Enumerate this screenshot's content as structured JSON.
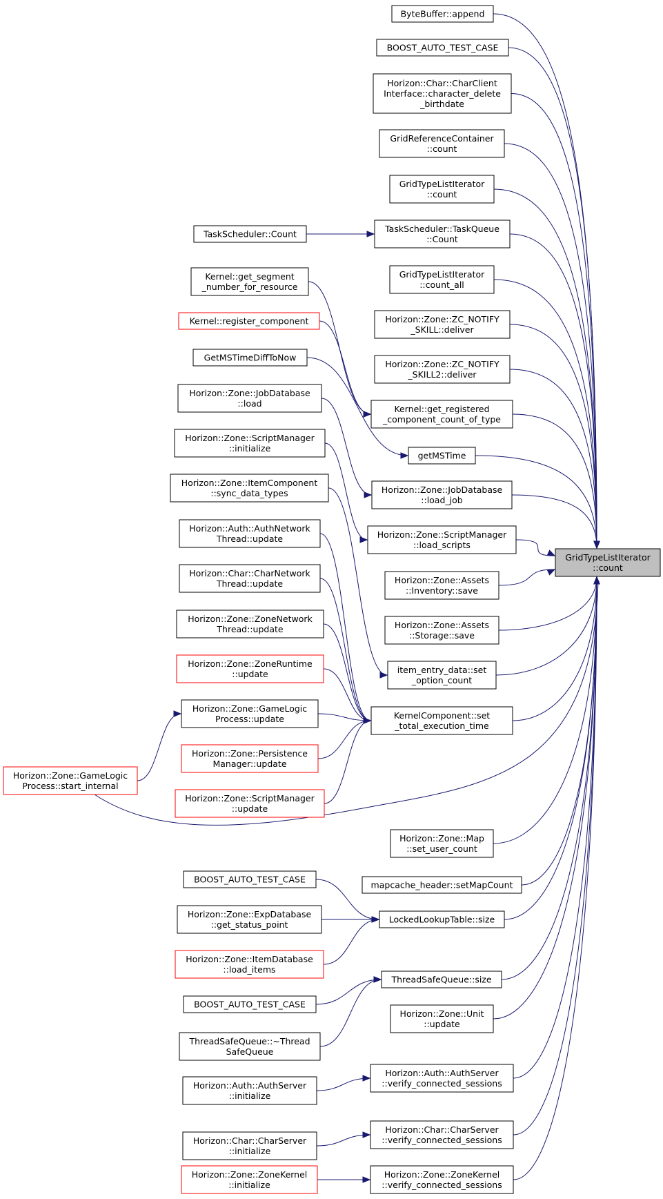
{
  "colors": {
    "edge": "#191970",
    "red_border": "#ff0000",
    "target_fill": "#bfbfbf"
  },
  "target": {
    "id": "target",
    "lines": [
      "GridTypeListIterator",
      "::count"
    ]
  },
  "nodes": [
    {
      "id": "n01",
      "lines": [
        "ByteBuffer::append"
      ],
      "border": "black"
    },
    {
      "id": "n02",
      "lines": [
        "BOOST_AUTO_TEST_CASE"
      ],
      "border": "black"
    },
    {
      "id": "n03",
      "lines": [
        "Horizon::Char::CharClient",
        "Interface::character_delete",
        "_birthdate"
      ],
      "border": "black"
    },
    {
      "id": "n04",
      "lines": [
        "GridReferenceContainer",
        "::count"
      ],
      "border": "black"
    },
    {
      "id": "n05",
      "lines": [
        "GridTypeListIterator",
        "::count"
      ],
      "border": "black"
    },
    {
      "id": "n06",
      "lines": [
        "TaskScheduler::TaskQueue",
        "::Count"
      ],
      "border": "black"
    },
    {
      "id": "n07",
      "lines": [
        "TaskScheduler::Count"
      ],
      "border": "black"
    },
    {
      "id": "n08",
      "lines": [
        "GridTypeListIterator",
        "::count_all"
      ],
      "border": "black"
    },
    {
      "id": "n09",
      "lines": [
        "Horizon::Zone::ZC_NOTIFY",
        "_SKILL::deliver"
      ],
      "border": "black"
    },
    {
      "id": "n10",
      "lines": [
        "Horizon::Zone::ZC_NOTIFY",
        "_SKILL2::deliver"
      ],
      "border": "black"
    },
    {
      "id": "n11",
      "lines": [
        "Kernel::get_registered",
        "_component_count_of_type"
      ],
      "border": "black"
    },
    {
      "id": "n12",
      "lines": [
        "Kernel::get_segment",
        "_number_for_resource"
      ],
      "border": "black"
    },
    {
      "id": "n13",
      "lines": [
        "Kernel::register_component"
      ],
      "border": "red"
    },
    {
      "id": "n14",
      "lines": [
        "getMSTime"
      ],
      "border": "black"
    },
    {
      "id": "n15",
      "lines": [
        "GetMSTimeDiffToNow"
      ],
      "border": "black"
    },
    {
      "id": "n16",
      "lines": [
        "Horizon::Zone::JobDatabase",
        "::load_job"
      ],
      "border": "black"
    },
    {
      "id": "n17",
      "lines": [
        "Horizon::Zone::JobDatabase",
        "::load"
      ],
      "border": "black"
    },
    {
      "id": "n18",
      "lines": [
        "Horizon::Zone::ScriptManager",
        "::load_scripts"
      ],
      "border": "black"
    },
    {
      "id": "n19",
      "lines": [
        "Horizon::Zone::ScriptManager",
        "::initialize"
      ],
      "border": "black"
    },
    {
      "id": "n20",
      "lines": [
        "Horizon::Zone::Assets",
        "::Inventory::save"
      ],
      "border": "black"
    },
    {
      "id": "n21",
      "lines": [
        "Horizon::Zone::Assets",
        "::Storage::save"
      ],
      "border": "black"
    },
    {
      "id": "n22",
      "lines": [
        "item_entry_data::set",
        "_option_count"
      ],
      "border": "black"
    },
    {
      "id": "n23",
      "lines": [
        "Horizon::Zone::ItemComponent",
        "::sync_data_types"
      ],
      "border": "black"
    },
    {
      "id": "n24",
      "lines": [
        "KernelComponent::set",
        "_total_execution_time"
      ],
      "border": "black"
    },
    {
      "id": "n25",
      "lines": [
        "Horizon::Auth::AuthNetwork",
        "Thread::update"
      ],
      "border": "black"
    },
    {
      "id": "n26",
      "lines": [
        "Horizon::Char::CharNetwork",
        "Thread::update"
      ],
      "border": "black"
    },
    {
      "id": "n27",
      "lines": [
        "Horizon::Zone::ZoneNetwork",
        "Thread::update"
      ],
      "border": "black"
    },
    {
      "id": "n28",
      "lines": [
        "Horizon::Zone::ZoneRuntime",
        "::update"
      ],
      "border": "red"
    },
    {
      "id": "n29",
      "lines": [
        "Horizon::Zone::GameLogic",
        "Process::update"
      ],
      "border": "black"
    },
    {
      "id": "n30",
      "lines": [
        "Horizon::Zone::Persistence",
        "Manager::update"
      ],
      "border": "red"
    },
    {
      "id": "n31",
      "lines": [
        "Horizon::Zone::ScriptManager",
        "::update"
      ],
      "border": "red"
    },
    {
      "id": "n32",
      "lines": [
        "Horizon::Zone::GameLogic",
        "Process::start_internal"
      ],
      "border": "red"
    },
    {
      "id": "n33",
      "lines": [
        "Horizon::Zone::Map",
        "::set_user_count"
      ],
      "border": "black"
    },
    {
      "id": "n34",
      "lines": [
        "mapcache_header::setMapCount"
      ],
      "border": "black"
    },
    {
      "id": "n35",
      "lines": [
        "LockedLookupTable::size"
      ],
      "border": "black"
    },
    {
      "id": "n36",
      "lines": [
        "BOOST_AUTO_TEST_CASE"
      ],
      "border": "black"
    },
    {
      "id": "n37",
      "lines": [
        "Horizon::Zone::ExpDatabase",
        "::get_status_point"
      ],
      "border": "black"
    },
    {
      "id": "n38",
      "lines": [
        "Horizon::Zone::ItemDatabase",
        "::load_items"
      ],
      "border": "red"
    },
    {
      "id": "n39",
      "lines": [
        "ThreadSafeQueue::size"
      ],
      "border": "black"
    },
    {
      "id": "n40",
      "lines": [
        "BOOST_AUTO_TEST_CASE"
      ],
      "border": "black"
    },
    {
      "id": "n41",
      "lines": [
        "ThreadSafeQueue::~Thread",
        "SafeQueue"
      ],
      "border": "black"
    },
    {
      "id": "n42",
      "lines": [
        "Horizon::Zone::Unit",
        "::update"
      ],
      "border": "black"
    },
    {
      "id": "n43",
      "lines": [
        "Horizon::Auth::AuthServer",
        "::verify_connected_sessions"
      ],
      "border": "black"
    },
    {
      "id": "n44",
      "lines": [
        "Horizon::Auth::AuthServer",
        "::initialize"
      ],
      "border": "black"
    },
    {
      "id": "n45",
      "lines": [
        "Horizon::Char::CharServer",
        "::verify_connected_sessions"
      ],
      "border": "black"
    },
    {
      "id": "n46",
      "lines": [
        "Horizon::Char::CharServer",
        "::initialize"
      ],
      "border": "black"
    },
    {
      "id": "n47",
      "lines": [
        "Horizon::Zone::ZoneKernel",
        "::verify_connected_sessions"
      ],
      "border": "black"
    },
    {
      "id": "n48",
      "lines": [
        "Horizon::Zone::ZoneKernel",
        "::initialize"
      ],
      "border": "red"
    }
  ],
  "edges": [
    [
      "n01",
      "target"
    ],
    [
      "n02",
      "target"
    ],
    [
      "n03",
      "target"
    ],
    [
      "n04",
      "target"
    ],
    [
      "n05",
      "target"
    ],
    [
      "n06",
      "target"
    ],
    [
      "n07",
      "n06"
    ],
    [
      "n08",
      "target"
    ],
    [
      "n09",
      "target"
    ],
    [
      "n10",
      "target"
    ],
    [
      "n11",
      "target"
    ],
    [
      "n12",
      "n11"
    ],
    [
      "n13",
      "n11"
    ],
    [
      "n14",
      "target"
    ],
    [
      "n15",
      "n14"
    ],
    [
      "n16",
      "target"
    ],
    [
      "n17",
      "n16"
    ],
    [
      "n18",
      "target"
    ],
    [
      "n19",
      "n18"
    ],
    [
      "n20",
      "target"
    ],
    [
      "n21",
      "target"
    ],
    [
      "n22",
      "target"
    ],
    [
      "n23",
      "n22"
    ],
    [
      "n24",
      "target"
    ],
    [
      "n25",
      "n24"
    ],
    [
      "n26",
      "n24"
    ],
    [
      "n27",
      "n24"
    ],
    [
      "n28",
      "n24"
    ],
    [
      "n29",
      "n24"
    ],
    [
      "n30",
      "n24"
    ],
    [
      "n31",
      "n24"
    ],
    [
      "n32",
      "n29"
    ],
    [
      "n32",
      "target"
    ],
    [
      "n33",
      "target"
    ],
    [
      "n34",
      "target"
    ],
    [
      "n35",
      "target"
    ],
    [
      "n36",
      "n35"
    ],
    [
      "n37",
      "n35"
    ],
    [
      "n38",
      "n35"
    ],
    [
      "n39",
      "target"
    ],
    [
      "n40",
      "n39"
    ],
    [
      "n41",
      "n39"
    ],
    [
      "n42",
      "target"
    ],
    [
      "n43",
      "target"
    ],
    [
      "n44",
      "n43"
    ],
    [
      "n45",
      "target"
    ],
    [
      "n46",
      "n45"
    ],
    [
      "n47",
      "target"
    ],
    [
      "n48",
      "n47"
    ]
  ]
}
